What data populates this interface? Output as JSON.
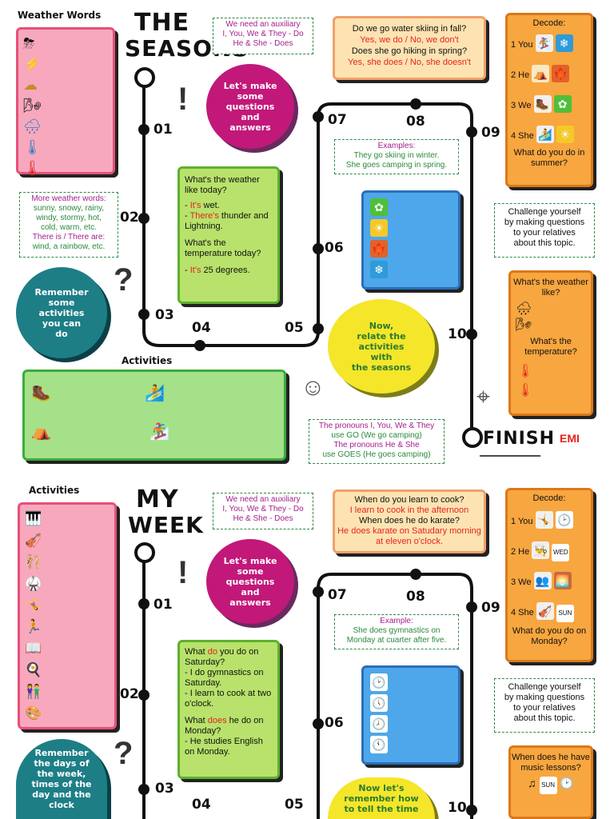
{
  "top": {
    "weather_words_title": "Weather Words",
    "title_line1": "THE",
    "title_line2": "SEASONS",
    "auxiliary_note": {
      "line1": "We need an auxiliary",
      "line2": "I, You, We & They - Do",
      "line3": "He & She - Does"
    },
    "qa_bubble": {
      "line1": "Let's make",
      "line2": "some",
      "line3": "questions",
      "line4": "and",
      "line5": "answers"
    },
    "question_card": {
      "q1": "Do we go water skiing in fall?",
      "a1": "Yes, we do / No, we don't",
      "q2": "Does she go hiking in spring?",
      "a2": "Yes, she does / No, she doesn't"
    },
    "decode": {
      "title": "Decode:",
      "rows": [
        {
          "label": "1 You",
          "icon1": "snowboard",
          "icon2": "snowflake"
        },
        {
          "label": "2 He",
          "icon1": "camping",
          "icon2": "leaf"
        },
        {
          "label": "3 We",
          "icon1": "hiking",
          "icon2": "flower"
        },
        {
          "label": "4 She",
          "icon1": "water-ski",
          "icon2": "sun"
        }
      ],
      "question": "What do you do in summer?"
    },
    "more_words": {
      "line1": "More weather words:",
      "line2": "sunny, snowy, rainy,",
      "line3": "windy, stormy, hot,",
      "line4": "cold, warm, etc.",
      "line5": "There is / There are:",
      "line6": "wind, a rainbow, etc."
    },
    "weather_card": {
      "q1": "What's the weather like today?",
      "a1_prefix": "- ",
      "a1_red": "It's",
      "a1_rest": " wet.",
      "a2_prefix": "- ",
      "a2_red": "There's",
      "a2_rest": " thunder and Lightning.",
      "q2": "What's the temperature today?",
      "a3_prefix": "- ",
      "a3_red": "It's",
      "a3_rest": " 25 degrees."
    },
    "examples": {
      "title": "Examples:",
      "line1": "They go skiing in winter.",
      "line2": "She goes camping in spring."
    },
    "challenge": {
      "line1": "Challenge yourself",
      "line2": "by making questions",
      "line3": "to your relatives",
      "line4": "about this topic."
    },
    "remember_bubble": {
      "line1": "Remember",
      "line2": "some",
      "line3": "activities",
      "line4": "you can",
      "line5": "do"
    },
    "relate_bubble": {
      "line1": "Now,",
      "line2": "relate the",
      "line3": "activities",
      "line4": "with",
      "line5": "the seasons"
    },
    "weather_q_card": {
      "q1": "What's the weather like?",
      "q2": "What's the temperature?"
    },
    "activities_label": "Activities",
    "pronouns": {
      "line1": "The pronouns I, You, We & They",
      "line2": "use GO (We go camping)",
      "line3": "The pronouns He & She",
      "line4": "use GOES (He goes camping)"
    },
    "finish": "FINISH",
    "numbers": [
      "01",
      "02",
      "03",
      "04",
      "05",
      "06",
      "07",
      "08",
      "09",
      "10"
    ]
  },
  "bottom": {
    "activities_title": "Activities",
    "title_line1": "MY",
    "title_line2": "WEEK",
    "auxiliary_note": {
      "line1": "We need an auxiliary",
      "line2": "I, You, We & They - Do",
      "line3": "He & She - Does"
    },
    "qa_bubble": {
      "line1": "Let's make",
      "line2": "some",
      "line3": "questions",
      "line4": "and",
      "line5": "answers"
    },
    "question_card": {
      "q1": "When do you learn to cook?",
      "a1": "I learn to cook in the afternoon",
      "q2": "When does he do karate?",
      "a2": "He does karate on Satudary morning at eleven o'clock."
    },
    "decode": {
      "title": "Decode:",
      "rows": [
        {
          "label": "1 You",
          "icon1": "gymnastics",
          "icon2": "clock"
        },
        {
          "label": "2 He",
          "icon1": "cook",
          "icon2": "WED"
        },
        {
          "label": "3 We",
          "icon1": "people",
          "icon2": "sunset"
        },
        {
          "label": "4 She",
          "icon1": "violin",
          "icon2": "SUN"
        }
      ],
      "question": "What do you do on Monday?"
    },
    "week_card": {
      "q1_a": "What ",
      "q1_red": "do",
      "q1_b": " you do on Saturday?",
      "a1": "- I do gymnastics on Saturday.",
      "a2": "- I learn to cook at two o'clock.",
      "q2_a": "What ",
      "q2_red": "does",
      "q2_b": " he do on Monday?",
      "a3": "- He studies English on Monday."
    },
    "example": {
      "title": "Example:",
      "line1": "She does gymnastics on",
      "line2": "Monday at cuarter after five."
    },
    "challenge": {
      "line1": "Challenge yourself",
      "line2": "by making questions",
      "line3": "to your relatives",
      "line4": "about this topic."
    },
    "remember_bubble": {
      "line1": "Remember",
      "line2": "the days of",
      "line3": "the week,",
      "line4": "times of the",
      "line5": "day and the",
      "line6": "clock"
    },
    "time_bubble": {
      "line1": "Now let's",
      "line2": "remember how",
      "line3": "to tell the time"
    },
    "music_card": {
      "q1": "When does he have music lessons?",
      "sun": "SUN"
    },
    "numbers": [
      "01",
      "02",
      "03",
      "04",
      "05",
      "06",
      "07",
      "08",
      "09",
      "10"
    ]
  },
  "colors": {
    "pink": "#f7a8bd",
    "green": "#b8e26b",
    "blue": "#4ea7ea",
    "orange": "#f8a63f",
    "magenta": "#c2187a",
    "teal": "#1d7e86",
    "yellow": "#f5e62a",
    "red": "#e2251f"
  }
}
